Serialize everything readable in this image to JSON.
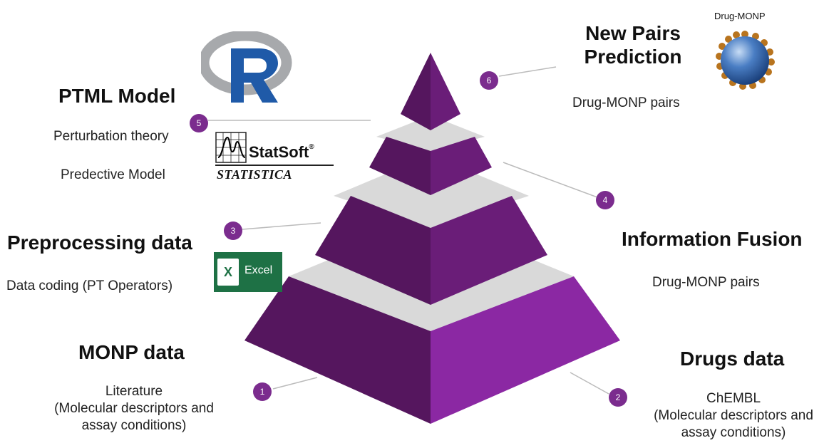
{
  "colors": {
    "purple_dark": "#55165E",
    "purple_mid": "#6A1D78",
    "purple_light": "#8B28A3",
    "band_grey": "#D9D9D9",
    "badge": "#7B2C8E",
    "excel_green": "#1E7145"
  },
  "steps": [
    {
      "num": "1",
      "title": "MONP data",
      "lines": [
        "Literature",
        "(Molecular descriptors and",
        "assay conditions)"
      ]
    },
    {
      "num": "2",
      "title": "Drugs data",
      "lines": [
        "ChEMBL",
        "(Molecular descriptors and",
        "assay conditions)"
      ]
    },
    {
      "num": "3",
      "title": "Preprocessing data",
      "lines": [
        "Data coding (PT Operators)"
      ]
    },
    {
      "num": "4",
      "title": "Information Fusion",
      "lines": [
        "Drug-MONP pairs"
      ]
    },
    {
      "num": "5",
      "title": "PTML Model",
      "lines": [
        "Perturbation theory",
        "Predective Model"
      ]
    },
    {
      "num": "6",
      "title_lines": [
        "New Pairs",
        "Prediction"
      ],
      "lines": [
        "Drug-MONP pairs"
      ]
    }
  ],
  "logos": {
    "r_icon": "r-logo",
    "statsoft_name": "StatSoft",
    "statsoft_reg": "®",
    "statistica": "STATISTICA",
    "excel_label": "Excel",
    "drug_monp_label": "Drug-MONP"
  }
}
